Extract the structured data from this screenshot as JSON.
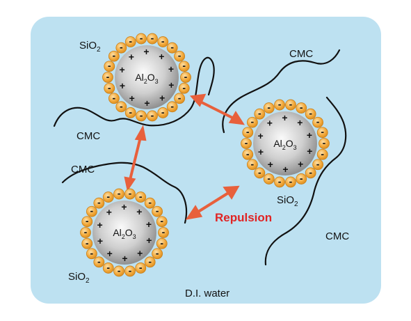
{
  "colors": {
    "background": "#bde1f1",
    "particle_shell": "#f2a93b",
    "particle_core": "#c8c8c8",
    "arrow": "#e8603c",
    "repulsion_text": "#e02424",
    "polymer_line": "#111111"
  },
  "labels": {
    "water": "D.I. water",
    "repulsion": "Repulsion",
    "cmc": "CMC",
    "silica": {
      "base": "SiO",
      "subscript": "2"
    },
    "alumina": {
      "base": "Al",
      "sub1": "2",
      "mid": "O",
      "sub2": "3"
    },
    "positive_charge": "+",
    "negative_charge": "-"
  },
  "particles": [
    {
      "id": "particle-top-left",
      "core_label": "Al2O3",
      "shell_label": "SiO2"
    },
    {
      "id": "particle-right",
      "core_label": "Al2O3",
      "shell_label": "SiO2"
    },
    {
      "id": "particle-bottom-left",
      "core_label": "Al2O3",
      "shell_label": "SiO2"
    }
  ],
  "polymer_chains": [
    "CMC",
    "CMC",
    "CMC",
    "CMC"
  ],
  "arrows": [
    {
      "from": "particle-top-left",
      "to": "particle-right"
    },
    {
      "from": "particle-top-left",
      "to": "particle-bottom-left"
    },
    {
      "from": "particle-bottom-left",
      "to": "particle-right"
    }
  ]
}
